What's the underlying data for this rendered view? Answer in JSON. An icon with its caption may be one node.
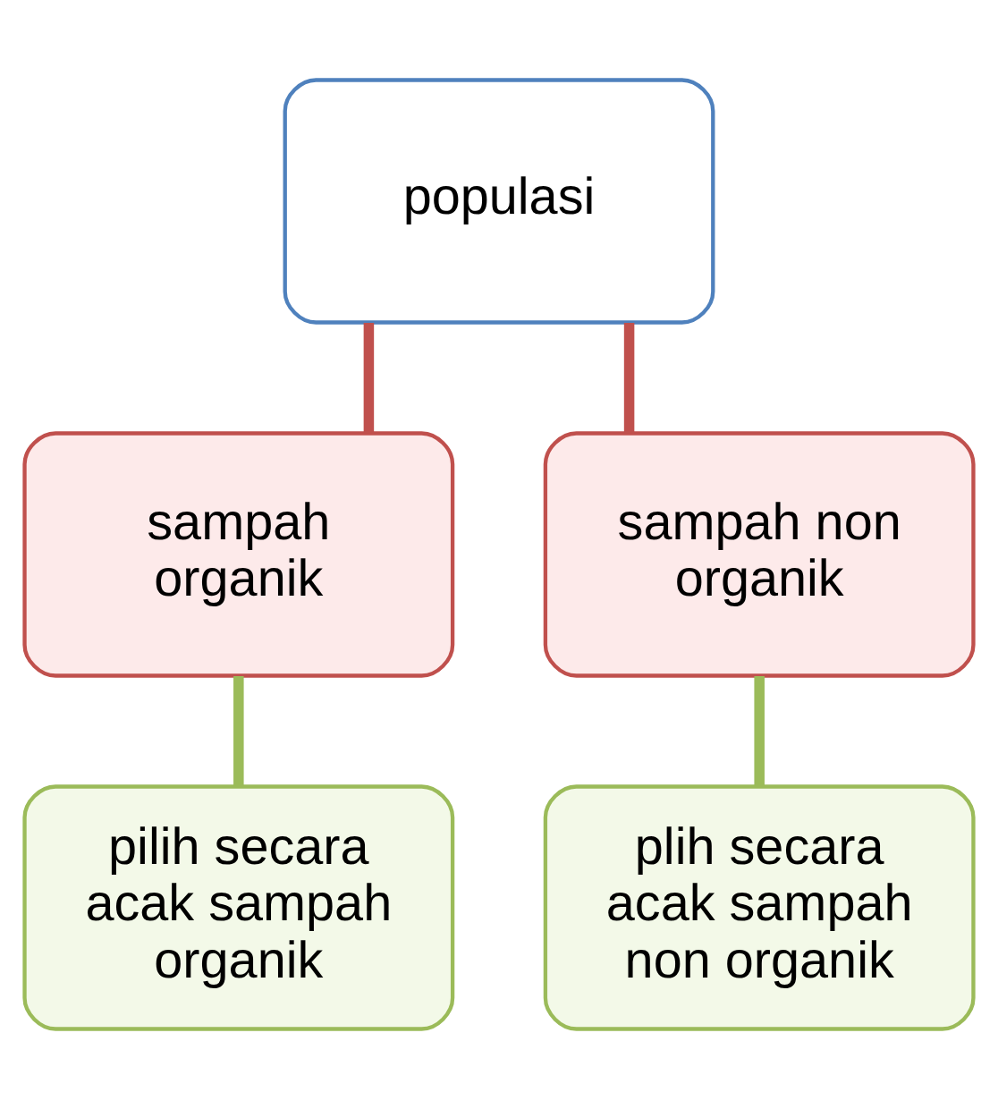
{
  "diagram": {
    "nodes": [
      {
        "text": [
          "populasi"
        ]
      },
      {
        "text": [
          "sampah organik"
        ]
      },
      {
        "text": [
          "sampah non organik"
        ]
      },
      {
        "text": [
          "pilih secara acak sampah organik"
        ]
      },
      {
        "text": [
          "plih secara acak sampah non organik"
        ]
      }
    ],
    "edges": [
      {
        "from": 0,
        "to": 1,
        "arrow": "none",
        "color": "#c0504d"
      },
      {
        "from": 0,
        "to": 2,
        "arrow": "none",
        "color": "#c0504d"
      },
      {
        "from": 1,
        "to": 3,
        "arrow": "none",
        "color": "#9bbb59"
      },
      {
        "from": 2,
        "to": 4,
        "arrow": "none",
        "color": "#9bbb59"
      }
    ]
  }
}
